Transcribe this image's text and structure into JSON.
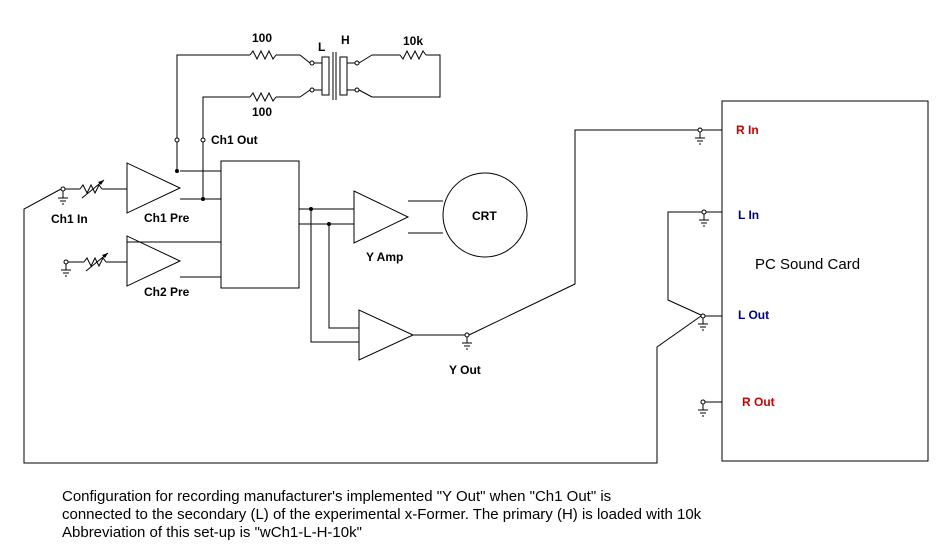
{
  "labels": {
    "r_top": "100",
    "r_bottom": "100",
    "xfmr_l": "L",
    "xfmr_h": "H",
    "r_load": "10k",
    "ch1_out": "Ch1 Out",
    "ch1_in": "Ch1 In",
    "ch1_pre": "Ch1 Pre",
    "ch2_pre": "Ch2 Pre",
    "crt": "CRT",
    "y_amp": "Y Amp",
    "y_out": "Y Out",
    "r_in": "R In",
    "l_in": "L In",
    "l_out": "L Out",
    "r_out": "R Out",
    "sound_card": "PC Sound Card"
  },
  "colors": {
    "line": "#000000",
    "red_label": "#cc0000",
    "blue_label": "#00008b"
  },
  "caption": {
    "line1": "Configuration for recording manufacturer's implemented \"Y Out\" when \"Ch1 Out\" is",
    "line2": "connected to the secondary (L) of the experimental x-Former. The primary (H) is loaded with 10k",
    "line3": "Abbreviation of this set-up is \"wCh1-L-H-10k\""
  }
}
